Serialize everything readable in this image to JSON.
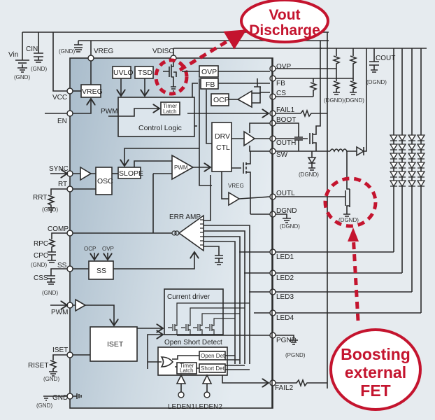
{
  "diagram": {
    "type": "circuit-block-diagram",
    "accent_color": "#c4142e",
    "ic_fill": "#b9c8d3",
    "callouts": [
      {
        "id": "vout-discharge",
        "lines": [
          "Vout",
          "Discharge"
        ]
      },
      {
        "id": "boost-fet",
        "lines": [
          "Boosting",
          "external",
          "FET"
        ]
      }
    ],
    "external_labels": {
      "vin": "Vin",
      "cin": "CIN",
      "gnd": "(GND)",
      "dgnd": "(DGND)",
      "pgnd": "(PGND)",
      "cout": "COUT",
      "rrt": "RRT",
      "rpc": "RPC",
      "cpc": "CPC",
      "css": "CSS",
      "riset": "RISET"
    },
    "pins_left": {
      "vcc": "VCC",
      "en": "EN",
      "sync": "SYNC",
      "rt": "RT",
      "comp": "COMP",
      "ss": "SS",
      "pwm": "PWM",
      "iset": "ISET",
      "gnd": "GND"
    },
    "pins_top": {
      "vreg": "VREG",
      "vdisc": "VDISC"
    },
    "pins_right": {
      "ovp": "OVP",
      "fb": "FB",
      "cs": "CS",
      "fail1": "FAIL1",
      "boot": "BOOT",
      "outh": "OUTH",
      "sw": "SW",
      "outl": "OUTL",
      "dgnd": "DGND",
      "led1": "LED1",
      "led2": "LED2",
      "led3": "LED3",
      "led4": "LED4",
      "pgnd": "PGND",
      "fail2": "FAIL2"
    },
    "pins_bottom": {
      "leden1": "LEDEN1",
      "leden2": "LEDEN2"
    },
    "blocks": {
      "vreg": "VREG",
      "uvlo": "UVLO",
      "tsd": "TSD",
      "ovp": "OVP",
      "fb": "FB",
      "ocp": "OCP",
      "timer_latch": [
        "Timer",
        "Latch"
      ],
      "control_logic": "Control Logic",
      "pwm_in": "PWM",
      "drv_ctl": [
        "DRV",
        "CTL"
      ],
      "osc": "OSC",
      "slope": "SLOPE",
      "pwm_comp": "PWM",
      "vreg_small": "VREG",
      "err_amp": "ERR AMP",
      "ss_block": "SS",
      "ss_ocp": "OCP",
      "ss_ovp": "OVP",
      "iset": "ISET",
      "current_driver": "Current driver",
      "open_short_detect": "Open Short Detect",
      "open_det": "Open Det",
      "short_det": "Short Det",
      "timer_latch2": [
        "Timer",
        "Latch"
      ]
    }
  }
}
